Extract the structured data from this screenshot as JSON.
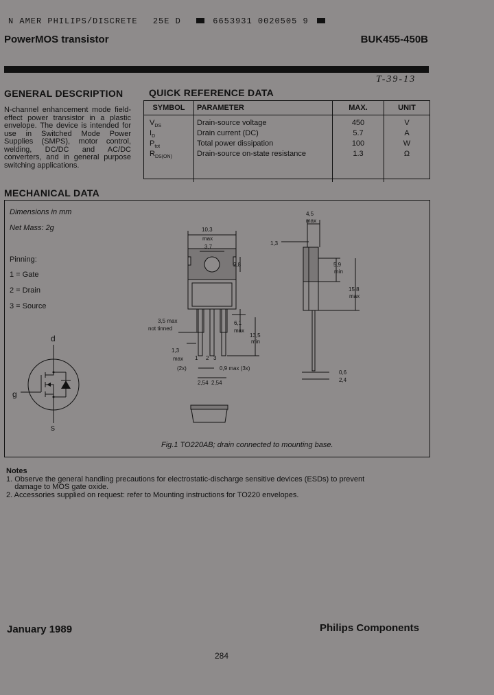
{
  "scan_header": {
    "company": "N AMER PHILIPS/DISCRETE",
    "code": "25E D",
    "numbers": "6653931 0020505 9"
  },
  "header": {
    "title": "PowerMOS transistor",
    "part_number": "BUK455-450B",
    "handwritten": "T-39-13"
  },
  "general": {
    "heading": "GENERAL DESCRIPTION",
    "text": "N-channel enhancement mode field-effect power transistor in a plastic envelope. The device is intended for use in Switched Mode Power Supplies (SMPS), motor control, welding, DC/DC and AC/DC converters, and in general purpose switching applications."
  },
  "qrd": {
    "heading": "QUICK REFERENCE DATA",
    "columns": [
      "SYMBOL",
      "PARAMETER",
      "MAX.",
      "UNIT"
    ],
    "rows": [
      {
        "sym": "V",
        "sub": "DS",
        "param": "Drain-source voltage",
        "max": "450",
        "unit": "V"
      },
      {
        "sym": "I",
        "sub": "D",
        "param": "Drain current (DC)",
        "max": "5.7",
        "unit": "A"
      },
      {
        "sym": "P",
        "sub": "tot",
        "param": "Total power dissipation",
        "max": "100",
        "unit": "W"
      },
      {
        "sym": "R",
        "sub": "DS(ON)",
        "param": "Drain-source on-state resistance",
        "max": "1.3",
        "unit": "Ω"
      }
    ]
  },
  "mechanical": {
    "heading": "MECHANICAL DATA",
    "dimensions_note": "Dimensions in mm",
    "mass": "Net Mass: 2g",
    "pinning_label": "Pinning:",
    "pins": [
      "1 = Gate",
      "2 = Drain",
      "3 = Source"
    ],
    "symbol_labels": {
      "d": "d",
      "g": "g",
      "s": "s"
    },
    "dims": {
      "w103": "10,3",
      "max": "max",
      "w37": "3,7",
      "d28": "2,8",
      "d35": "3,5 max",
      "not_tinned": "not tinned",
      "d61": "6,1",
      "d136": "13,5",
      "min": "min",
      "d13": "1,3",
      "x2": "(2x)",
      "p1": "1",
      "p2": "2",
      "p3": "3",
      "d09": "0,9 max (3x)",
      "d254a": "2,54",
      "d254b": "2,54",
      "d45": "4,5",
      "d13b": "1,3",
      "d59": "5,9",
      "d158": "15,8",
      "d06": "0,6",
      "d24": "2,4"
    },
    "caption": "Fig.1 TO220AB; drain connected to mounting base."
  },
  "notes": {
    "heading": "Notes",
    "items": [
      "1. Observe the general handling precautions for electrostatic-discharge sensitive devices (ESDs) to prevent",
      "    damage to MOS gate oxide.",
      "2. Accessories supplied on request: refer to Mounting instructions for TO220 envelopes."
    ]
  },
  "footer": {
    "date": "January 1989",
    "company": "Philips Components",
    "page": "284"
  }
}
